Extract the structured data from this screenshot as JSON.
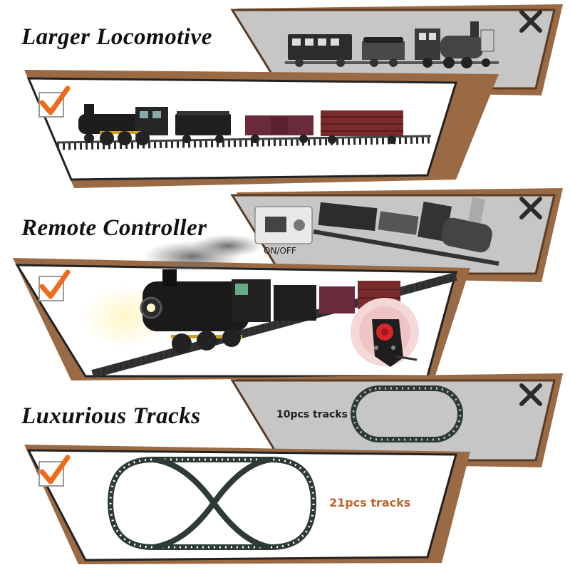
{
  "sections": [
    {
      "heading": "Larger Locomotive"
    },
    {
      "heading": "Remote Controller",
      "switch_label": "ON/OFF"
    },
    {
      "heading": "Luxurious Tracks",
      "bad_track_label": "10pcs tracks",
      "good_track_label": "21pcs tracks"
    }
  ],
  "colors": {
    "brown_frame": "#9a6a44",
    "grey_panel": "#c6c6c6",
    "check": "#ef6a1a",
    "good_label": "#c0652f",
    "locomotive": "#1d1d1d",
    "boxcar_red": "#7a2b2b"
  },
  "icons": {
    "good": "check-mark-icon",
    "bad": "cross-mark-icon"
  }
}
